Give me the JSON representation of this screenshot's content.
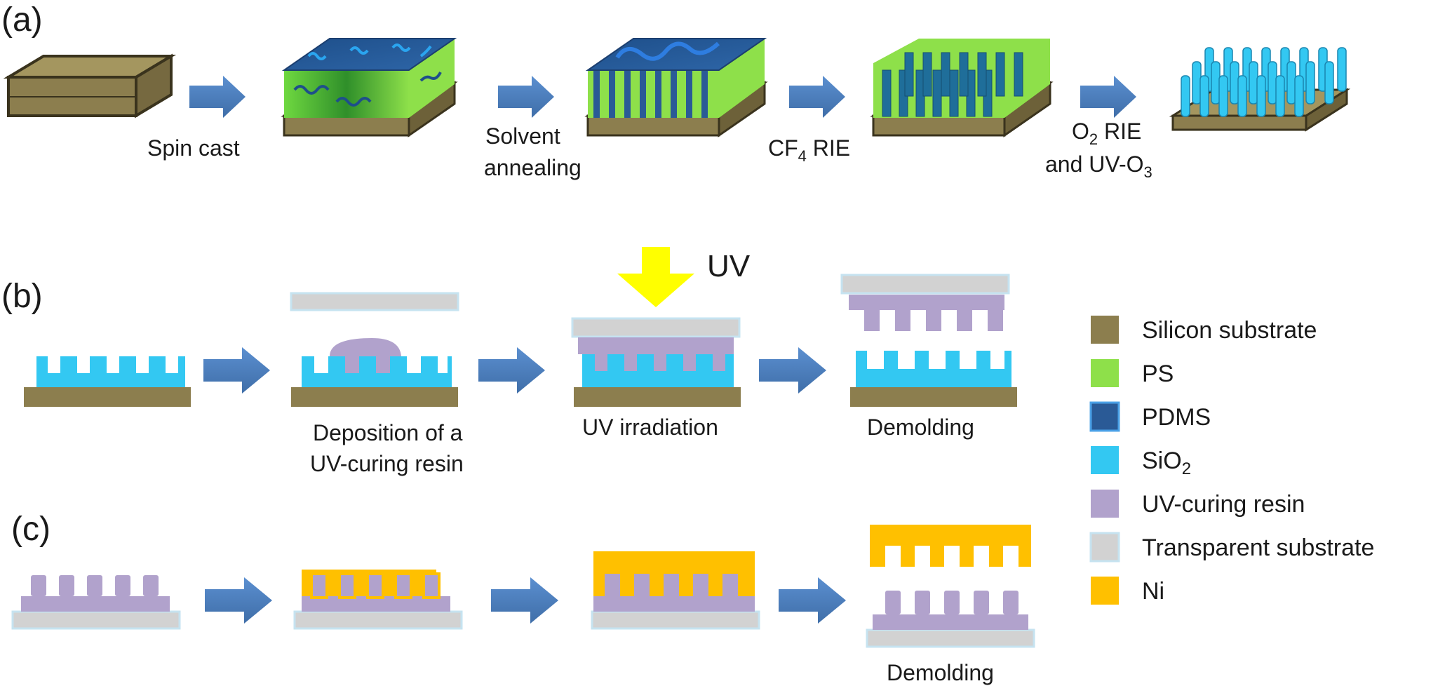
{
  "panels": {
    "a": {
      "label": "(a)",
      "steps": {
        "spin_cast": "Spin cast",
        "solvent_1": "Solvent",
        "solvent_2": "annealing",
        "cf4_main": "CF",
        "cf4_sub": "4",
        "cf4_rest": " RIE",
        "o2_main": "O",
        "o2_sub": "2",
        "o2_rest": " RIE",
        "uv_o3_main": "and UV-O",
        "uv_o3_sub": "3"
      }
    },
    "b": {
      "label": "(b)",
      "uv": "UV",
      "steps": {
        "deposition_1": "Deposition of a",
        "deposition_2": "UV-curing resin",
        "irradiation": "UV  irradiation",
        "demolding": "Demolding"
      }
    },
    "c": {
      "label": "(c)",
      "steps": {
        "demolding": "Demolding"
      }
    }
  },
  "legend": [
    {
      "label": "Silicon substrate",
      "color": "#8c7e4e"
    },
    {
      "label": "PS",
      "color": "#8ee04a"
    },
    {
      "label": "PDMS",
      "color": "#2a5a96"
    },
    {
      "label_main": "SiO",
      "label_sub": "2",
      "color": "#33c8f2"
    },
    {
      "label": "UV-curing resin",
      "color": "#b1a2cc"
    },
    {
      "label": "Transparent substrate",
      "color": "#d2d2d2"
    },
    {
      "label": "Ni",
      "color": "#ffc000"
    }
  ],
  "colors": {
    "silicon": "#8c7e4e",
    "ps": "#8ee04a",
    "pdms": "#2a5a96",
    "sio2": "#33c8f2",
    "resin": "#b1a2cc",
    "glass": "#d2d2d2",
    "ni": "#ffc000",
    "arrow": "#4e7fbd",
    "uv_arrow": "#ffff00"
  }
}
